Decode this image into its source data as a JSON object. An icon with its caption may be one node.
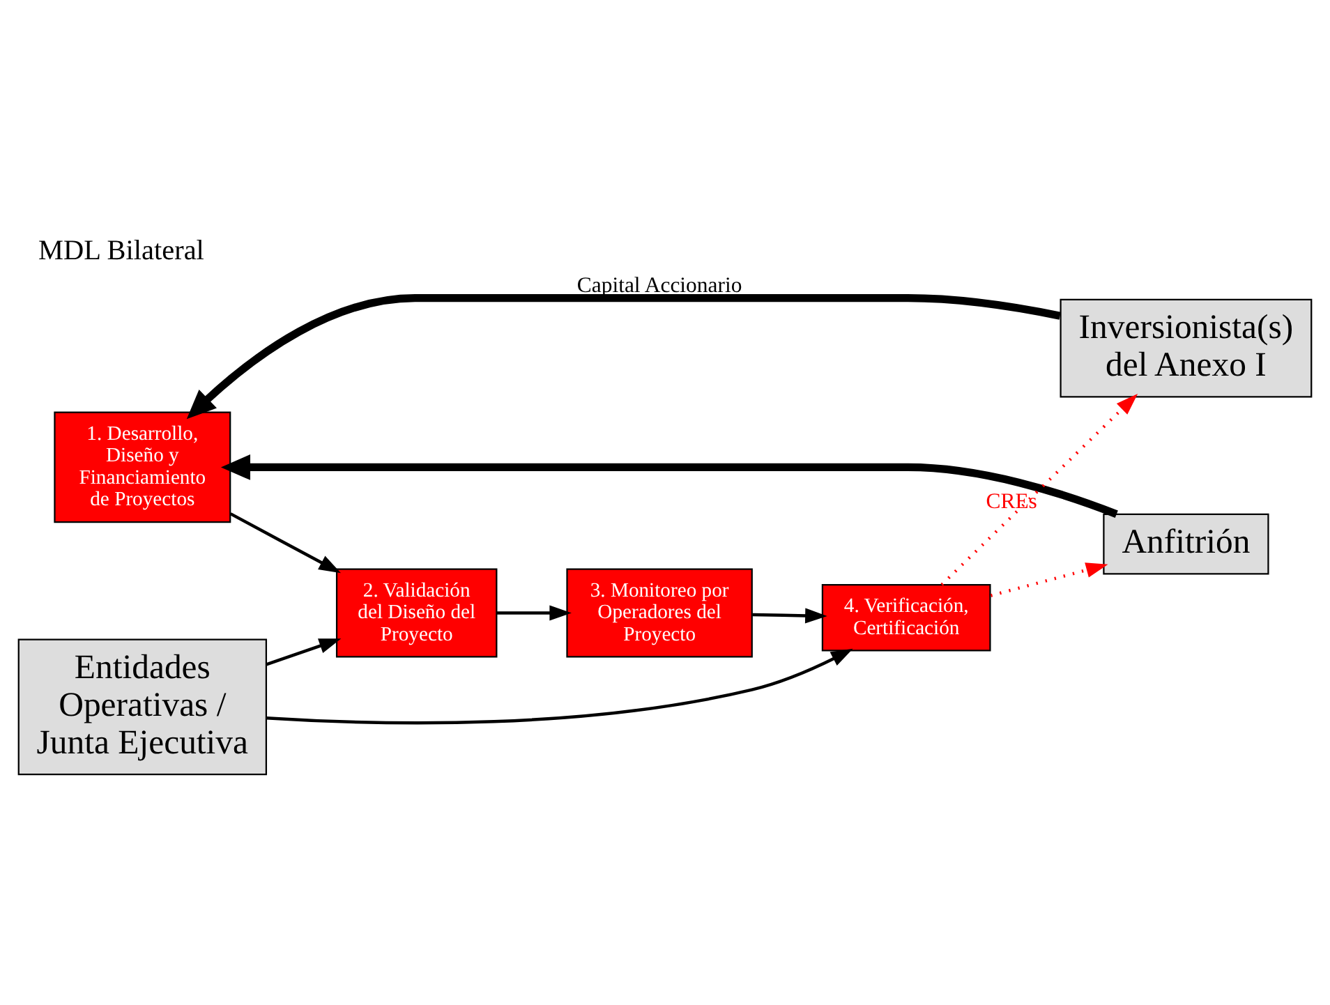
{
  "diagram": {
    "title": "MDL Bilateral",
    "nodes": [
      {
        "text": [
          "1. Desarrollo, Diseño y Financiamiento de Proyectos"
        ]
      },
      {
        "text": [
          "Inversionista(s) del Anexo I"
        ]
      },
      {
        "text": [
          "Anfitrión"
        ]
      },
      {
        "text": [
          "2. Validación del Diseño del Proyecto"
        ]
      },
      {
        "text": [
          "3. Monitoreo por Operadores del Proyecto"
        ]
      },
      {
        "text": [
          "4. Verificación, Certificación"
        ]
      },
      {
        "text": [
          "Entidades Operativas / Junta Ejecutiva"
        ]
      }
    ],
    "edges": [
      {
        "from": 1,
        "to": 0,
        "arrow": "to",
        "label": "Capital Accionario",
        "style": "thick"
      },
      {
        "from": 2,
        "to": 0,
        "arrow": "to",
        "style": "thick"
      },
      {
        "from": 0,
        "to": 3,
        "arrow": "to"
      },
      {
        "from": 3,
        "to": 4,
        "arrow": "to"
      },
      {
        "from": 4,
        "to": 5,
        "arrow": "to"
      },
      {
        "from": 6,
        "to": 3,
        "arrow": "to"
      },
      {
        "from": 6,
        "to": 5,
        "arrow": "to"
      },
      {
        "from": 5,
        "to": 1,
        "arrow": "to",
        "label": "CREs",
        "style": "dashed",
        "color": "#ff0000"
      },
      {
        "from": 5,
        "to": 2,
        "arrow": "to",
        "style": "dashed",
        "color": "#ff0000"
      }
    ]
  }
}
